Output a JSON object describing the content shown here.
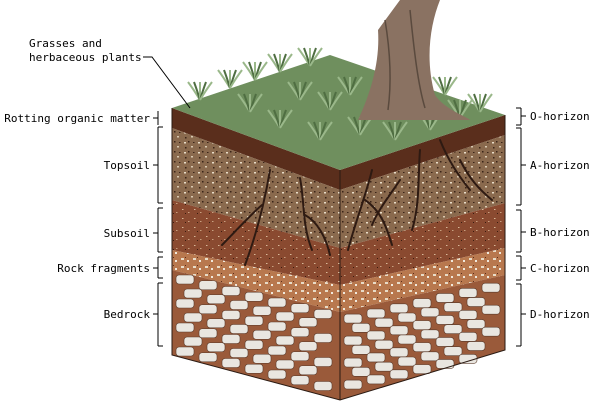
{
  "labels": {
    "grasses_line1": "Grasses and",
    "grasses_line2": "herbaceous plants",
    "rotting": "Rotting organic matter",
    "topsoil": "Topsoil",
    "subsoil": "Subsoil",
    "rock_fragments": "Rock fragments",
    "bedrock": "Bedrock",
    "o_horizon": "O-horizon",
    "a_horizon": "A-horizon",
    "b_horizon": "B-horizon",
    "c_horizon": "C-horizon",
    "d_horizon": "D-horizon"
  },
  "colors": {
    "grass": "#6f8f5e",
    "organic": "#5a2e1c",
    "topsoil": "#8a6a4e",
    "subsoil": "#8a4a30",
    "rock_fragments": "#b8784e",
    "bedrock_rock": "#e9e6e0",
    "bedrock_mortar": "#9a5a3a",
    "trunk": "#8a7262"
  }
}
